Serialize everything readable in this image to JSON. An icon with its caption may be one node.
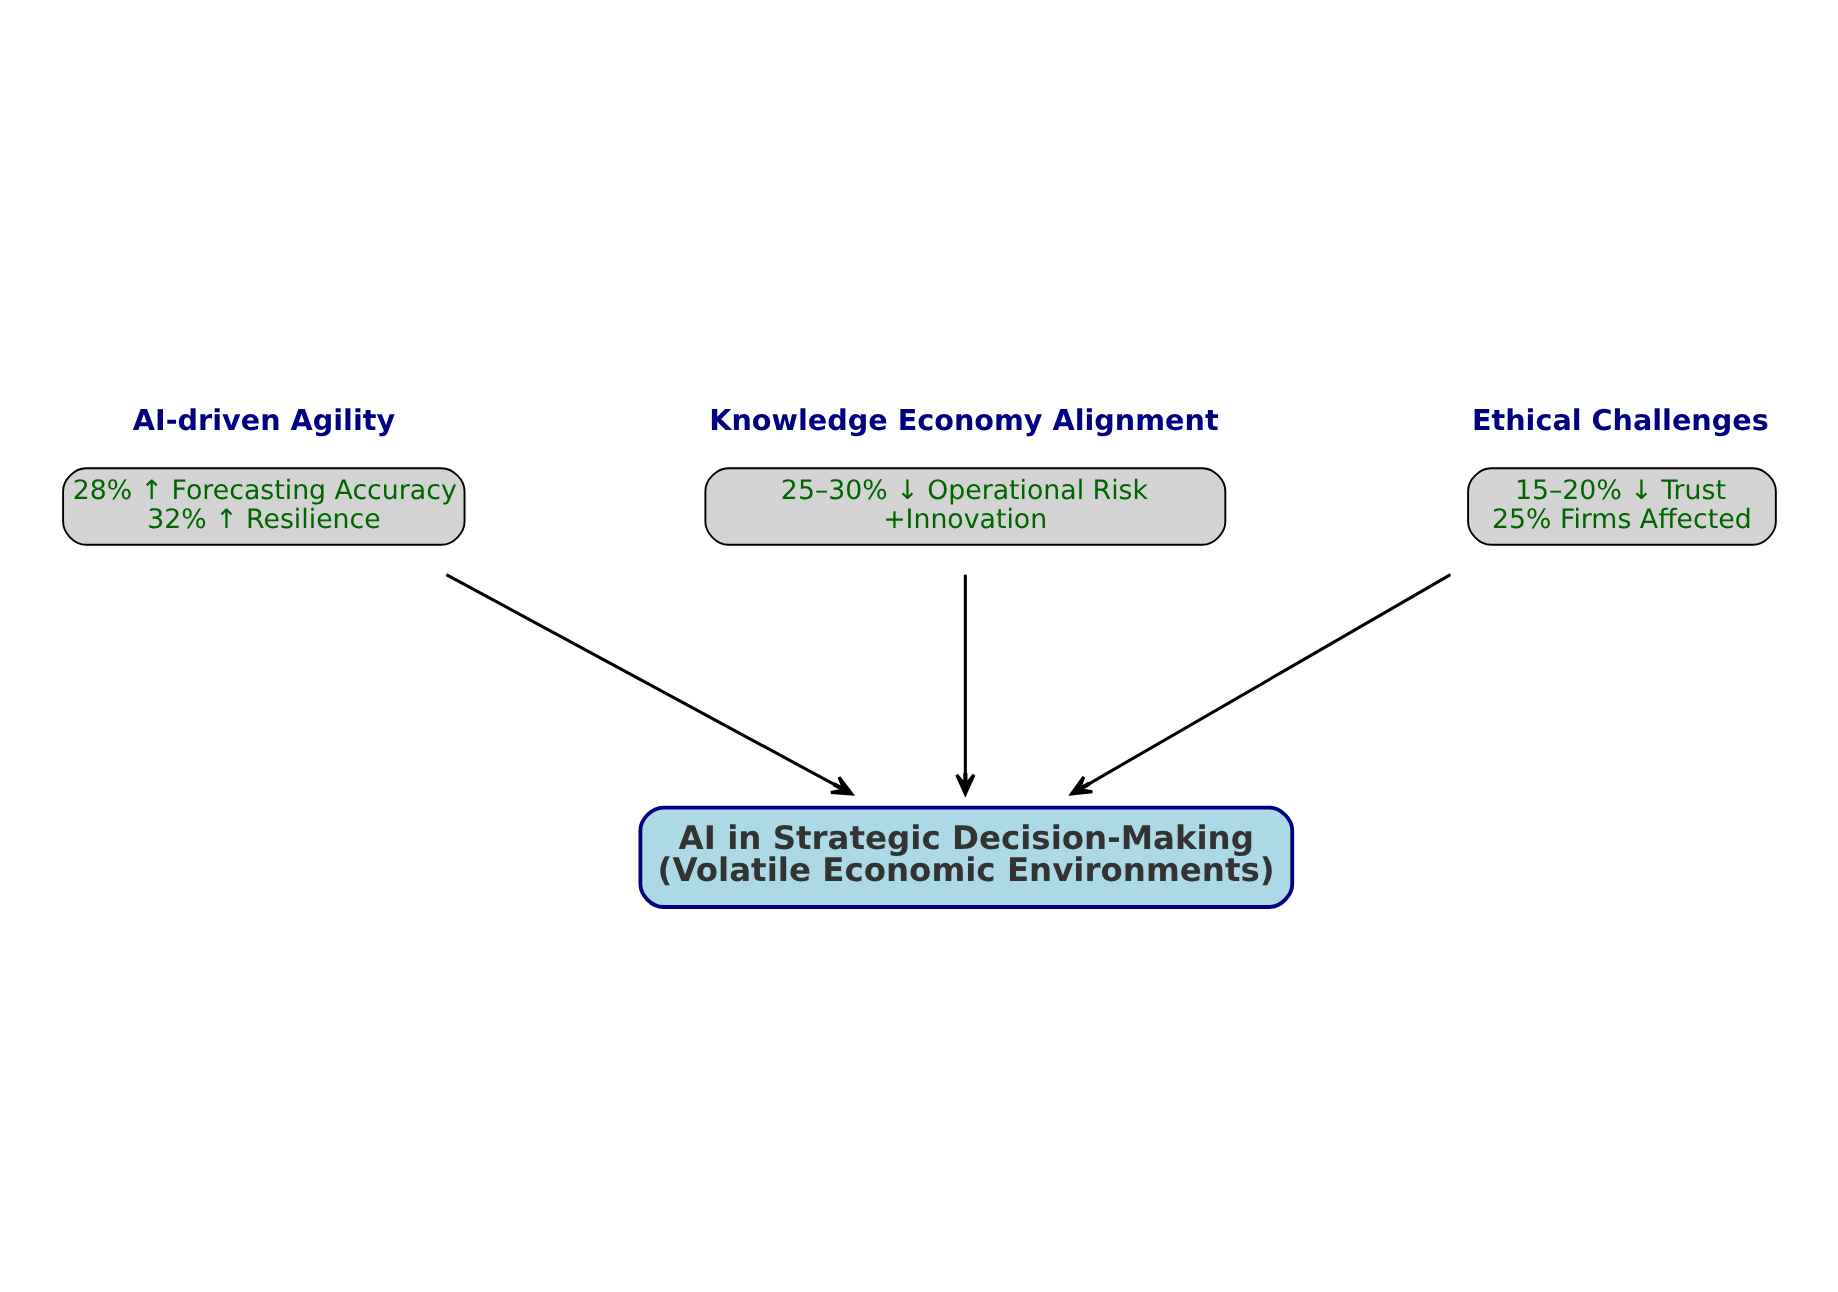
{
  "diagram": {
    "nodes": [
      {
        "text": [
          "AI-driven Agility",
          "28% ↑ Forecasting Accuracy",
          "32% ↑ Resilience"
        ]
      },
      {
        "text": [
          "Ethical Challenges",
          "15–20% ↓ Trust",
          "25% Firms Affected"
        ]
      },
      {
        "text": [
          "Knowledge Economy Alignment",
          "25–30% ↓ Operational Risk",
          "+Innovation"
        ]
      },
      {
        "text": [
          "AI in Strategic Decision-Making",
          "(Volatile Economic Environments)"
        ]
      }
    ],
    "edges": [
      {
        "from": 0,
        "to": 3,
        "arrow": "to"
      },
      {
        "from": 1,
        "to": 3,
        "arrow": "to"
      },
      {
        "from": 2,
        "to": 3,
        "arrow": "to"
      }
    ]
  }
}
